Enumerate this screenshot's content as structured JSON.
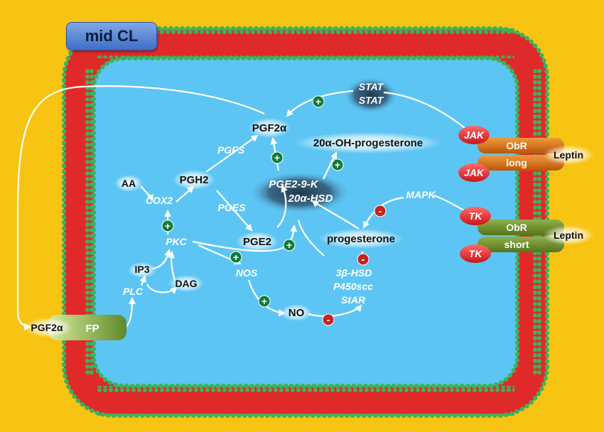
{
  "title": "mid CL",
  "nodes": {
    "stat1": "STAT",
    "stat2": "STAT",
    "pgf2a_top": "PGF2α",
    "pgfs": "PGFS",
    "oh_prog": "20α-OH-progesterone",
    "aa": "AA",
    "pgh2": "PGH2",
    "cox2": "COX2",
    "pge2_9k": "PGE2-9-K",
    "hsd20a": "20α-HSD",
    "pges": "PGES",
    "pge2": "PGE2",
    "pkc": "PKC",
    "ip3": "IP3",
    "dag": "DAG",
    "plc": "PLC",
    "nos": "NOS",
    "no": "NO",
    "progesterone": "progesterone",
    "hsd3b": "3β-HSD",
    "p450scc": "P450scc",
    "star": "StAR",
    "mapk": "MAPK"
  },
  "receptors": {
    "fp_ligand": "PGF2α",
    "fp": "FP",
    "jak1": "JAK",
    "jak2": "JAK",
    "obr_long_1": "ObR",
    "obr_long_2": "long",
    "leptin1": "Leptin",
    "tk1": "TK",
    "tk2": "TK",
    "obr_short_1": "ObR",
    "obr_short_2": "short",
    "leptin2": "Leptin"
  },
  "signs": {
    "plus": "+",
    "minus": "-"
  },
  "colors": {
    "background": "#f8c414",
    "cytoplasm": "#5dc5f4",
    "lipid_head": "#3bb35b",
    "lipid_tail": "#e02a2a",
    "activation": "#127a3a",
    "inhibition": "#c62222",
    "jak_tk": "#ee2a2a",
    "obr_long": "#d36c0c",
    "obr_short": "#668a24"
  }
}
